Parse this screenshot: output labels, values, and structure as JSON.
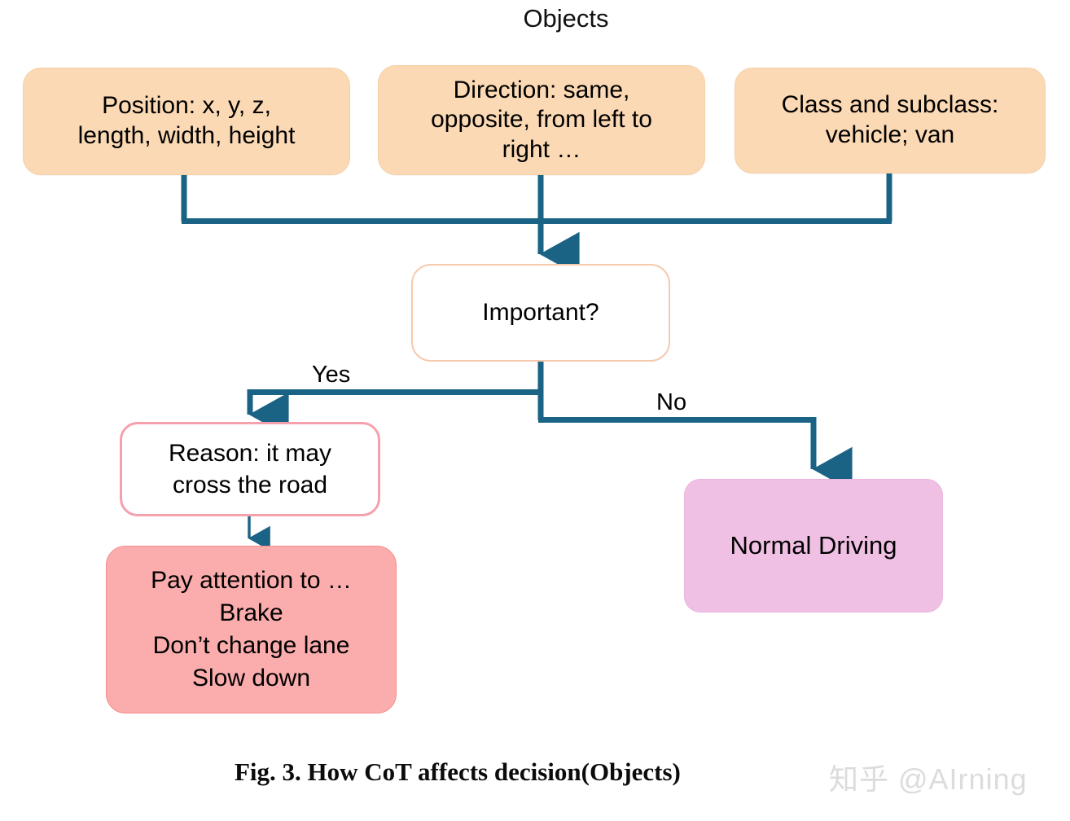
{
  "figure": {
    "title": "Objects",
    "caption": "Fig. 3. How CoT affects decision(Objects)",
    "watermark": "知乎 @AIrning"
  },
  "colors": {
    "attribute_box_fill": "#fbd9b4",
    "decision_box_fill": "#ffffff",
    "decision_box_border": "#f6c9ae",
    "reason_box_border": "#f5a0ad",
    "action_box_fill": "#fbacac",
    "normal_box_fill": "#f0bfe4",
    "connector": "#1a6384",
    "text": "#000000"
  },
  "nodes": {
    "attributes": [
      {
        "id": "position",
        "text": "Position: x, y, z,\nlength, width, height"
      },
      {
        "id": "direction",
        "text": "Direction: same,\nopposite, from left to\nright …"
      },
      {
        "id": "class",
        "text": "Class and subclass:\nvehicle; van"
      }
    ],
    "decision": {
      "id": "important",
      "text": "Important?"
    },
    "reason": {
      "id": "reason",
      "text": "Reason: it may\ncross the road"
    },
    "action": {
      "id": "action",
      "text": "Pay attention to …\nBrake\nDon’t change lane\nSlow down"
    },
    "normal": {
      "id": "normal-driving",
      "text": "Normal Driving"
    }
  },
  "edges": {
    "yes_label": "Yes",
    "no_label": "No"
  }
}
